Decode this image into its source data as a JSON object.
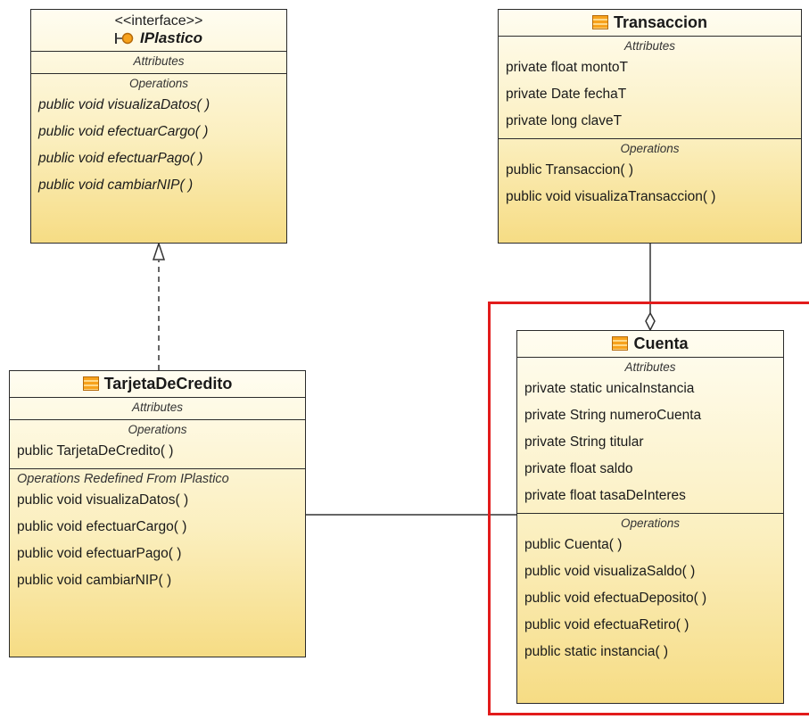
{
  "iplastico": {
    "stereotype": "<<interface>>",
    "name": "IPlastico",
    "icon": "interface-lollipop-icon",
    "attributes_title": "Attributes",
    "operations_title": "Operations",
    "operations": [
      "public void  visualizaDatos(  )",
      "public void  efectuarCargo(  )",
      "public void  efectuarPago(  )",
      "public void  cambiarNIP(  )"
    ]
  },
  "transaccion": {
    "name": "Transaccion",
    "icon": "class-icon",
    "attributes_title": "Attributes",
    "attributes": [
      "private float montoT",
      "private Date fechaT",
      "private long claveT"
    ],
    "operations_title": "Operations",
    "operations": [
      "public Transaccion(  )",
      "public void  visualizaTransaccion(  )"
    ]
  },
  "tarjeta": {
    "name": "TarjetaDeCredito",
    "icon": "class-icon",
    "attributes_title": "Attributes",
    "operations_title": "Operations",
    "operations": [
      "public TarjetaDeCredito(  )"
    ],
    "redefined_title": "Operations Redefined From IPlastico",
    "redefined": [
      "public void  visualizaDatos(  )",
      "public void  efectuarCargo(  )",
      "public void  efectuarPago(  )",
      "public void  cambiarNIP(  )"
    ]
  },
  "cuenta": {
    "name": "Cuenta",
    "icon": "class-icon",
    "attributes_title": "Attributes",
    "attributes": [
      "private static unicaInstancia",
      "private String numeroCuenta",
      "private String titular",
      "private float saldo",
      "private float tasaDeInteres"
    ],
    "operations_title": "Operations",
    "operations": [
      "public Cuenta(  )",
      "public void  visualizaSaldo(  )",
      "public void  efectuaDeposito(  )",
      "public void  efectuaRetiro(  )",
      "public static  instancia(  )"
    ]
  },
  "colors": {
    "highlight": "#e21b1b",
    "box_top": "#fffdf1",
    "box_bottom": "#f6dc84",
    "icon": "#f7a21c"
  }
}
